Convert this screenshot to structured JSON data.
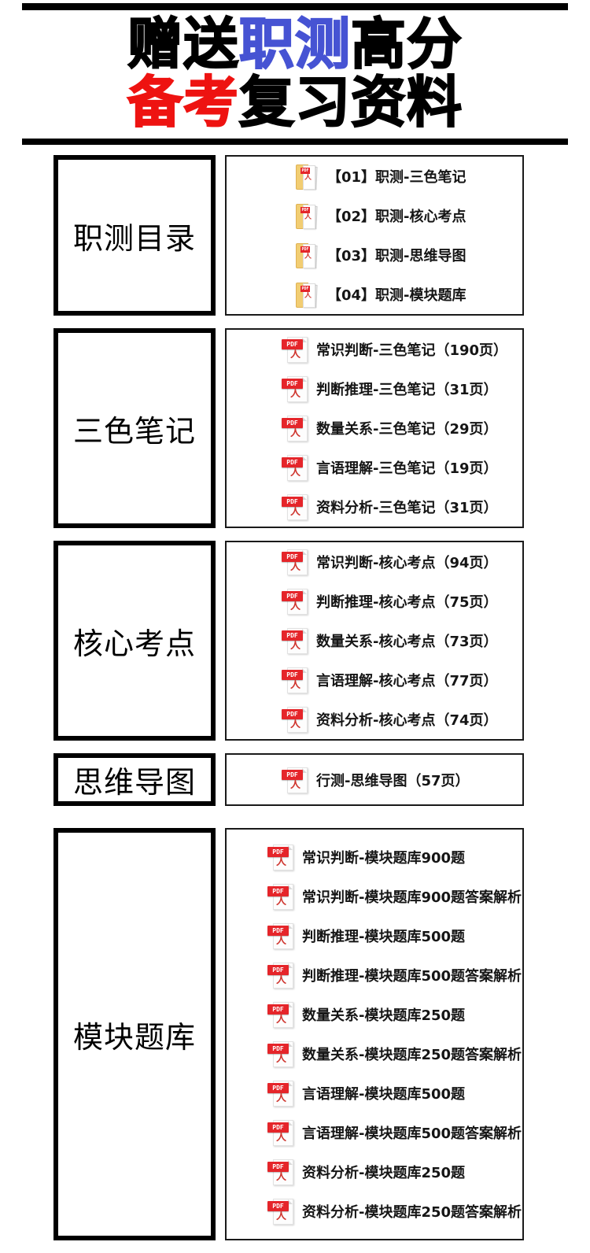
{
  "header": {
    "line1": {
      "part1": "赠送",
      "part2": "职测",
      "part3": "高分"
    },
    "line2": {
      "part1": "备考",
      "part2": "复习资料"
    }
  },
  "colors": {
    "title_blue": "#4653d3",
    "title_red": "#ee1311",
    "pdf_icon_red": "#e5252a",
    "folder_yellow": "#f2cd72"
  },
  "icon_labels": {
    "pdf_banner": "PDF",
    "pdf_glyph": "人"
  },
  "sections": [
    {
      "label": "职测目录",
      "icon": "folder",
      "items": [
        "【01】职测-三色笔记",
        "【02】职测-核心考点",
        "【03】职测-思维导图",
        "【04】职测-模块题库"
      ]
    },
    {
      "label": "三色笔记",
      "icon": "pdf",
      "items": [
        "常识判断-三色笔记（190页）",
        "判断推理-三色笔记（31页）",
        "数量关系-三色笔记（29页）",
        "言语理解-三色笔记（19页）",
        "资料分析-三色笔记（31页）"
      ]
    },
    {
      "label": "核心考点",
      "icon": "pdf",
      "items": [
        "常识判断-核心考点（94页）",
        "判断推理-核心考点（75页）",
        "数量关系-核心考点（73页）",
        "言语理解-核心考点（77页）",
        "资料分析-核心考点（74页）"
      ]
    },
    {
      "label": "思维导图",
      "icon": "pdf",
      "items": [
        "行测-思维导图（57页）"
      ]
    },
    {
      "label": "模块题库",
      "icon": "pdf",
      "items": [
        "常识判断-模块题库900题",
        "常识判断-模块题库900题答案解析",
        "判断推理-模块题库500题",
        "判断推理-模块题库500题答案解析",
        "数量关系-模块题库250题",
        "数量关系-模块题库250题答案解析",
        "言语理解-模块题库500题",
        "言语理解-模块题库500题答案解析",
        "资料分析-模块题库250题",
        "资料分析-模块题库250题答案解析"
      ]
    }
  ]
}
